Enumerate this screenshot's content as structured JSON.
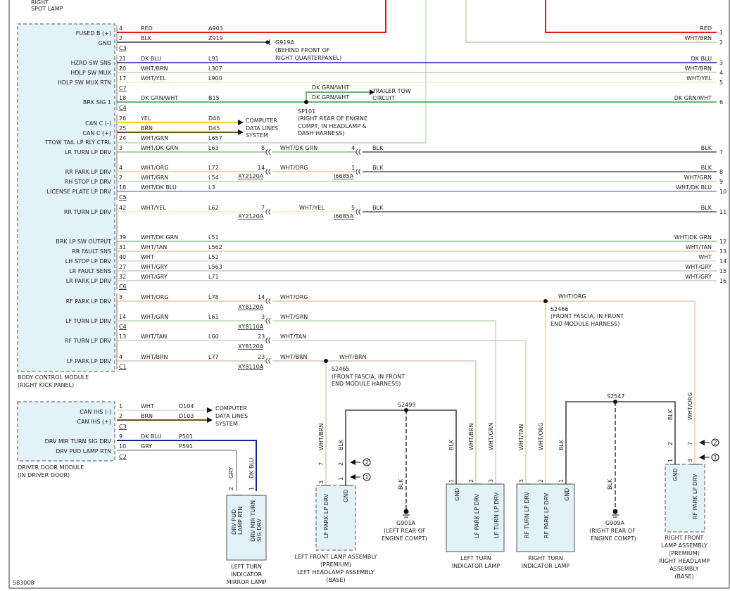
{
  "colors": {
    "red": "#e8141b",
    "blk": "#333333",
    "wht_brn": "#d6c3ad",
    "dk_blu": "#0a2a8c",
    "wht_yel": "#f2ecbf",
    "dk_grn_wht": "#3a9a3a",
    "yel": "#f5e000",
    "brn": "#7a4a1a",
    "wht_grn": "#b5dbb0",
    "wht_dk_grn": "#8fbf8f",
    "wht_org": "#f2c7a3",
    "wht_dk_blu": "#7a92c7",
    "wht_tan": "#d8cdb8",
    "wht": "#d8d8d8",
    "wht_gry": "#cccccc",
    "gry": "#9a9a9a",
    "module_fill": "#e3f1f8"
  },
  "page": {
    "top_label_1": "RIGHT",
    "top_label_2": "SPOT LAMP",
    "diagram_id": "583008"
  },
  "bcm": {
    "name_line1": "BODY CONTROL MODULE",
    "name_line2": "(RIGHT KICK PANEL)",
    "connectors": [
      "C3",
      "C7",
      "C4",
      "C5",
      "C6",
      "C4",
      "C1"
    ],
    "pins": [
      {
        "label": "FUSED B (+)",
        "pin": "4",
        "color": "RED",
        "circuit": "A903",
        "right_color": "RED",
        "right_num": "1"
      },
      {
        "label": "GND",
        "pin": "2",
        "color": "BLK",
        "circuit": "Z919"
      },
      {
        "label": "HZRD SW SNS",
        "pin": "21",
        "color": "DK BLU",
        "circuit": "L91",
        "right_color": "DK BLU",
        "right_num": "3"
      },
      {
        "label": "HDLP SW MUX",
        "pin": "20",
        "color": "WHT/BRN",
        "circuit": "L307",
        "right_color": "WHT/BRN",
        "right_num": "4"
      },
      {
        "label": "HDLP SW MUX RTN",
        "pin": "17",
        "color": "WHT/YEL",
        "circuit": "L900",
        "right_color": "WHT/YEL",
        "right_num": "5"
      },
      {
        "label": "BRK SIG 1",
        "pin": "18",
        "color": "DK GRN/WHT",
        "circuit": "B15",
        "right_color": "DK GRN/WHT",
        "right_num": "6"
      },
      {
        "label": "CAN C (-)",
        "pin": "26",
        "color": "YEL",
        "circuit": "D46"
      },
      {
        "label": "CAN C (+)",
        "pin": "25",
        "color": "BRN",
        "circuit": "D45"
      },
      {
        "label": "TTOW TAIL LP RLY CTRL",
        "pin": "24",
        "color": "WHT/GRN",
        "circuit": "L657"
      },
      {
        "label": "LR TURN LP DRV",
        "pin": "3",
        "color": "WHT/DK GRN",
        "circuit": "L63",
        "right_color": "BLK",
        "right_num": "7"
      },
      {
        "label": "RR PARK LP DRV",
        "pin": "4",
        "color": "WHT/ORG",
        "circuit": "L72",
        "right_color": "BLK",
        "right_num": "8"
      },
      {
        "label": "RH STOP LP DRV",
        "pin": "2",
        "color": "WHT/GRN",
        "circuit": "L54",
        "right_color": "WHT/GRN",
        "right_num": "9"
      },
      {
        "label": "LICENSE PLATE LP DRV",
        "pin": "18",
        "color": "WHT/DK BLU",
        "circuit": "L3",
        "right_color": "WHT/DK BLU",
        "right_num": "10"
      },
      {
        "label": "RR TURN LP DRV",
        "pin": "42",
        "color": "WHT/YEL",
        "circuit": "L62",
        "right_color": "BLK",
        "right_num": "11"
      },
      {
        "label": "BRK LP SW OUTPUT",
        "pin": "39",
        "color": "WHT/DK GRN",
        "circuit": "L51",
        "right_color": "WHT/DK GRN",
        "right_num": "12"
      },
      {
        "label": "RR FAULT SNS",
        "pin": "31",
        "color": "WHT/TAN",
        "circuit": "L562",
        "right_color": "WHT/TAN",
        "right_num": "13"
      },
      {
        "label": "LH STOP LP DRV",
        "pin": "40",
        "color": "WHT",
        "circuit": "L52",
        "right_color": "WHT",
        "right_num": "14"
      },
      {
        "label": "LR FAULT SENS",
        "pin": "27",
        "color": "WHT/GRY",
        "circuit": "L563",
        "right_color": "WHT/GRY",
        "right_num": "15"
      },
      {
        "label": "LR PARK LP DRV",
        "pin": "32",
        "color": "WHT/GRY",
        "circuit": "L71",
        "right_color": "WHT/GRY",
        "right_num": "16"
      },
      {
        "label": "RF PARK LP DRV",
        "pin": "3",
        "color": "WHT/ORG",
        "circuit": "L78"
      },
      {
        "label": "LF TURN LP DRV",
        "pin": "14",
        "color": "WHT/GRN",
        "circuit": "L61"
      },
      {
        "label": "RF TURN LP DRV",
        "pin": "13",
        "color": "WHT/TAN",
        "circuit": "L60"
      },
      {
        "label": "LF PARK LP DRV",
        "pin": "4",
        "color": "WHT/BRN",
        "circuit": "L77"
      }
    ]
  },
  "ground_g919a": {
    "name": "G919A",
    "loc1": "(BEHIND FRONT OF",
    "loc2": "RIGHT QUARTERPANEL)"
  },
  "right_wht_brn": {
    "color": "WHT/BRN",
    "num": "2"
  },
  "trailer": {
    "color": "DK GRN/WHT",
    "line1": "TRAILER TOW",
    "line2": "CIRCUIT"
  },
  "sp101": {
    "color": "DK GRN/WHT",
    "name": "SP101",
    "loc1": "(RIGHT REAR OF ENGINE",
    "loc2": "COMPT, IN HEADLAMP &",
    "loc3": "DASH HARNESS)"
  },
  "cdl1": {
    "line1": "COMPUTER",
    "line2": "DATA LINES",
    "line3": "SYSTEM"
  },
  "rear_conn": {
    "lr_turn": {
      "pin_a": "8",
      "color_a": "WHT/DK GRN",
      "pin_b": "4",
      "color_b": "BLK"
    },
    "rr_park": {
      "pin_a": "14",
      "color_a": "WHT/ORG",
      "pin_b": "1",
      "color_b": "BLK",
      "conn_a": "XY2120A",
      "conn_b": "I6685A"
    },
    "rr_turn": {
      "pin_a": "7",
      "color_a": "WHT/YEL",
      "pin_b": "5",
      "color_b": "BLK",
      "conn_a": "XY2120A",
      "conn_b": "I6685A"
    }
  },
  "front_conn": {
    "rf_park": {
      "pin": "14",
      "color": "WHT/ORG",
      "conn": "XY8120A"
    },
    "lf_turn": {
      "pin": "3",
      "color": "WHT/GRN",
      "conn": "XY8110A"
    },
    "rf_turn": {
      "pin": "23",
      "color": "WHT/TAN",
      "conn": "XY8120A"
    },
    "lf_park": {
      "pin": "23",
      "color": "WHT/BRN",
      "conn": "XY8110A"
    }
  },
  "s2466": {
    "color": "WHT/ORG",
    "name": "S2466",
    "loc1": "(FRONT FASCIA, IN FRONT",
    "loc2": "END MODULE HARNESS)"
  },
  "s2465": {
    "color": "WHT/BRN",
    "name": "S2465",
    "loc1": "(FRONT FASCIA, IN FRONT",
    "loc2": "END MODULE HARNESS)"
  },
  "s2499": {
    "name": "S2499"
  },
  "s2547": {
    "name": "S2547"
  },
  "g901a": {
    "name": "G901A",
    "loc1": "(LEFT REAR OF",
    "loc2": "ENGINE COMPT)",
    "wire": "BLK"
  },
  "g909a": {
    "name": "G909A",
    "loc1": "(RIGHT REAR OF",
    "loc2": "ENGINE COMPT)",
    "wire": "BLK"
  },
  "ddm": {
    "name_line1": "DRIVER DOOR MODULE",
    "name_line2": "(IN DRIVER DOOR)",
    "conn1": "C3",
    "conn2": "C2",
    "pins": [
      {
        "label": "CAN IHS (-)",
        "pin": "1",
        "color": "WHT",
        "circuit": "D104"
      },
      {
        "label": "CAN IHS (+)",
        "pin": "2",
        "color": "BRN",
        "circuit": "D103"
      },
      {
        "label": "DRV MIR TURN SIG DRV",
        "pin": "9",
        "color": "DK BLU",
        "circuit": "P501"
      },
      {
        "label": "DRV PUD LAMP RTN",
        "pin": "10",
        "color": "GRY",
        "circuit": "P591"
      }
    ]
  },
  "cdl2": {
    "line1": "COMPUTER",
    "line2": "DATA LINES",
    "line3": "SYSTEM"
  },
  "mirror": {
    "wire1": "GRY",
    "wire2": "DK BLU",
    "pin1": "2",
    "pin2": "1",
    "label1a": "DRV PUD",
    "label1b": "LAMP RTN",
    "label2a": "DRV MIR TURN",
    "label2b": "SIG DRV",
    "name1": "LEFT TURN",
    "name2": "INDICATOR",
    "name3": "MIRROR LAMP"
  },
  "lfla": {
    "wire_lf": "WHT/BRN",
    "wire_gnd": "BLK",
    "conn_pin_a": "7",
    "conn_pin_b": "2",
    "conn_pin_c": "1",
    "pin_lf": "3",
    "pin_gnd": "1",
    "label_lf": "LF PARK LP DRV",
    "label_gnd": "GND",
    "callout2": "2",
    "callout1": "1",
    "name1": "LEFT FRONT LAMP ASSEMBLY",
    "name2": "(PREMIUM)",
    "name3": "LEFT HEADLAMP ASSEMBLY",
    "name4": "(BASE)"
  },
  "ltil": {
    "wire_blk": "BLK",
    "wire_brn": "WHT/BRN",
    "wire_grn": "WHT/GRN",
    "pin_blk": "1",
    "pin_brn": "2",
    "pin_grn": "3",
    "label1": "GND",
    "label2": "LF PARK LP DRV",
    "label3": "LF TURN LP DRV",
    "name1": "LEFT TURN",
    "name2": "INDICATOR LAMP"
  },
  "rtil": {
    "wire_tan": "WHT/TAN",
    "wire_org": "WHT/ORG",
    "wire_blk": "BLK",
    "pin_tan": "3",
    "pin_org": "2",
    "pin_blk": "1",
    "label1": "RF TURN LP DRV",
    "label2": "RF PARK LP DRV",
    "label3": "GND",
    "name1": "RIGHT TURN",
    "name2": "INDICATOR LAMP"
  },
  "rfla": {
    "wire_blk": "BLK",
    "wire_org": "WHT/ORG",
    "conn_pin_a": "2",
    "conn_pin_b": "7",
    "pin_gnd": "1",
    "pin_rf": "3",
    "label_gnd": "GND",
    "label_rf": "RF PARK LP DRV",
    "callout2": "2",
    "callout1": "1",
    "name1": "RIGHT FRONT",
    "name2": "LAMP ASSEMBLY",
    "name3": "(PREMIUM)",
    "name4": "RIGHT HEADLAMP",
    "name5": "ASSEMBLY",
    "name6": "(BASE)"
  }
}
